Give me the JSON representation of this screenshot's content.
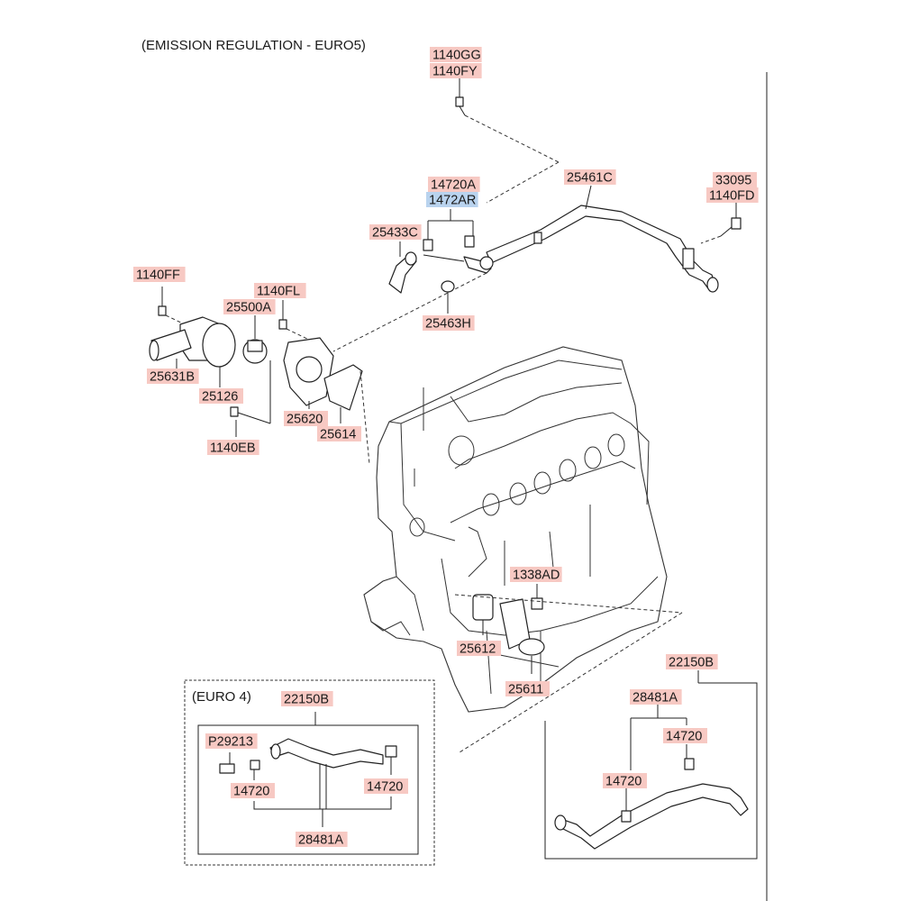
{
  "diagram": {
    "title": "(EMISSION REGULATION - EURO5)",
    "euro4_title": "(EURO 4)",
    "parts": [
      {
        "id": "p-1140gg",
        "code": "1140GG"
      },
      {
        "id": "p-1140fy",
        "code": "1140FY"
      },
      {
        "id": "p-14720a",
        "code": "14720A"
      },
      {
        "id": "p-1472ar",
        "code": "1472AR",
        "selected": true
      },
      {
        "id": "p-25461c",
        "code": "25461C"
      },
      {
        "id": "p-33095",
        "code": "33095"
      },
      {
        "id": "p-1140fd",
        "code": "1140FD"
      },
      {
        "id": "p-25433c",
        "code": "25433C"
      },
      {
        "id": "p-25463h",
        "code": "25463H"
      },
      {
        "id": "p-1140ff",
        "code": "1140FF"
      },
      {
        "id": "p-1140fl",
        "code": "1140FL"
      },
      {
        "id": "p-25500a",
        "code": "25500A"
      },
      {
        "id": "p-25631b",
        "code": "25631B"
      },
      {
        "id": "p-25126",
        "code": "25126"
      },
      {
        "id": "p-25620",
        "code": "25620"
      },
      {
        "id": "p-25614",
        "code": "25614"
      },
      {
        "id": "p-1140eb",
        "code": "1140EB"
      },
      {
        "id": "p-1338ad",
        "code": "1338AD"
      },
      {
        "id": "p-25612",
        "code": "25612"
      },
      {
        "id": "p-25611",
        "code": "25611"
      },
      {
        "id": "p-22150b-r",
        "code": "22150B"
      },
      {
        "id": "p-28481a-r",
        "code": "28481A"
      },
      {
        "id": "p-14720-r1",
        "code": "14720"
      },
      {
        "id": "p-14720-r2",
        "code": "14720"
      },
      {
        "id": "p-22150b-l",
        "code": "22150B"
      },
      {
        "id": "p-p29213",
        "code": "P29213"
      },
      {
        "id": "p-14720-l1",
        "code": "14720"
      },
      {
        "id": "p-14720-l2",
        "code": "14720"
      },
      {
        "id": "p-28481a-l",
        "code": "28481A"
      }
    ]
  }
}
